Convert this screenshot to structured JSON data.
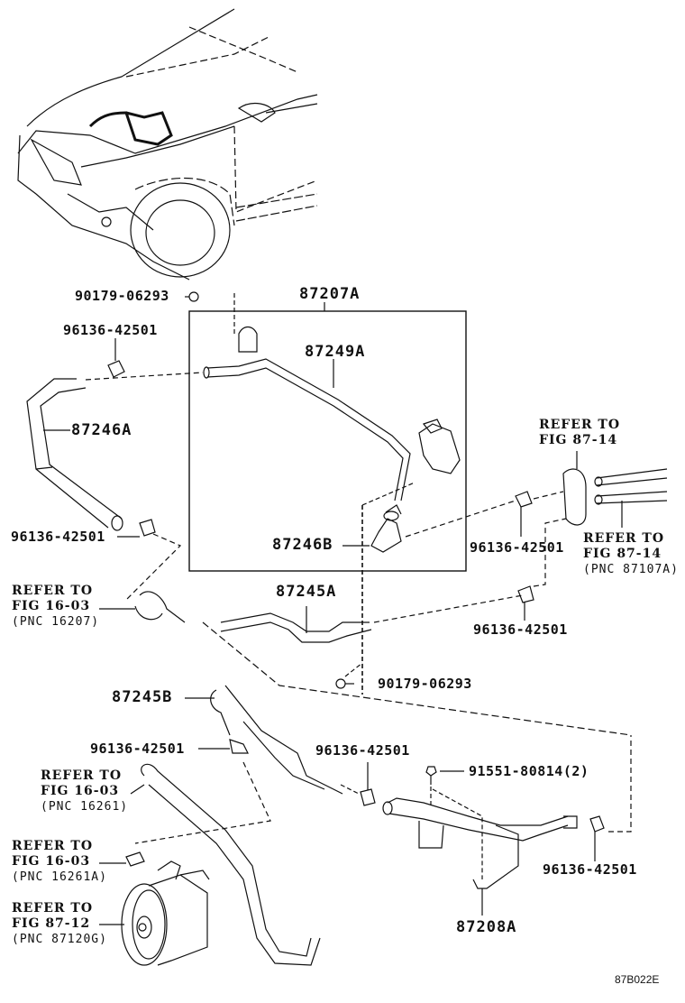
{
  "diagram": {
    "title": "Power steering hose/tube parts diagram",
    "figure_code": "87B022E",
    "callouts": {
      "p90179_top": "90179-06293",
      "p87207A": "87207A",
      "p96136_a": "96136-42501",
      "p87249A": "87249A",
      "p87246A": "87246A",
      "p96136_b": "96136-42501",
      "p87246B": "87246B",
      "p96136_c": "96136-42501",
      "p96136_d": "96136-42501",
      "p87245A": "87245A",
      "p90179_mid": "90179-06293",
      "p87245B": "87245B",
      "p96136_e": "96136-42501",
      "p96136_f": "96136-42501",
      "p91551": "91551-80814(2)",
      "p96136_g": "96136-42501",
      "p87208A": "87208A"
    },
    "references": [
      {
        "line1": "REFER TO",
        "line2": "FIG 87-14",
        "pnc": ""
      },
      {
        "line1": "REFER TO",
        "line2": "FIG 87-14",
        "pnc": "(PNC 87107A)"
      },
      {
        "line1": "REFER TO",
        "line2": "FIG 16-03",
        "pnc": "(PNC 16207)"
      },
      {
        "line1": "REFER TO",
        "line2": "FIG 16-03",
        "pnc": "(PNC 16261)"
      },
      {
        "line1": "REFER TO",
        "line2": "FIG 16-03",
        "pnc": "(PNC 16261A)"
      },
      {
        "line1": "REFER TO",
        "line2": "FIG 87-12",
        "pnc": "(PNC 87120G)"
      }
    ]
  }
}
